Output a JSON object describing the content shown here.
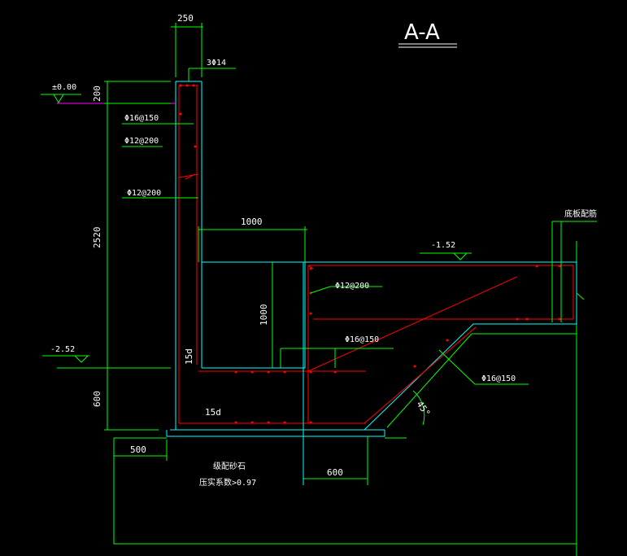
{
  "drawing": {
    "section_title": "A-A",
    "colors": {
      "background": "#000000",
      "concrete_outline": "#00ffff",
      "dimension_lines": "#00ff00",
      "rebar": "#ff0000",
      "ground_line": "#ff00ff",
      "text": "#ffffff"
    },
    "dimensions": {
      "wall_thickness": "250",
      "top_200": "200",
      "wall_height": "2520",
      "footing_height": "600",
      "horizontal_1000": "1000",
      "vertical_1000": "1000",
      "base_500": "500",
      "base_600": "600"
    },
    "elevations": {
      "top": "±0.00",
      "mid_left": "-2.52",
      "right": "-1.52"
    },
    "rebar_labels": {
      "top_bars": "3Φ14",
      "wall_outer": "Φ16@150",
      "wall_inner_1": "Φ12@200",
      "wall_inner_2": "Φ12@200",
      "slab_dist": "Φ12@200",
      "slab_bottom": "Φ16@150",
      "slope_bars": "Φ16@150"
    },
    "annotations": {
      "anchor_vertical": "15d",
      "anchor_horizontal": "15d",
      "slope_angle": "45°",
      "slab_reinforcement_note": "底板配筋",
      "fill_material": "级配砂石",
      "compaction": "压实系数>0.97"
    }
  }
}
